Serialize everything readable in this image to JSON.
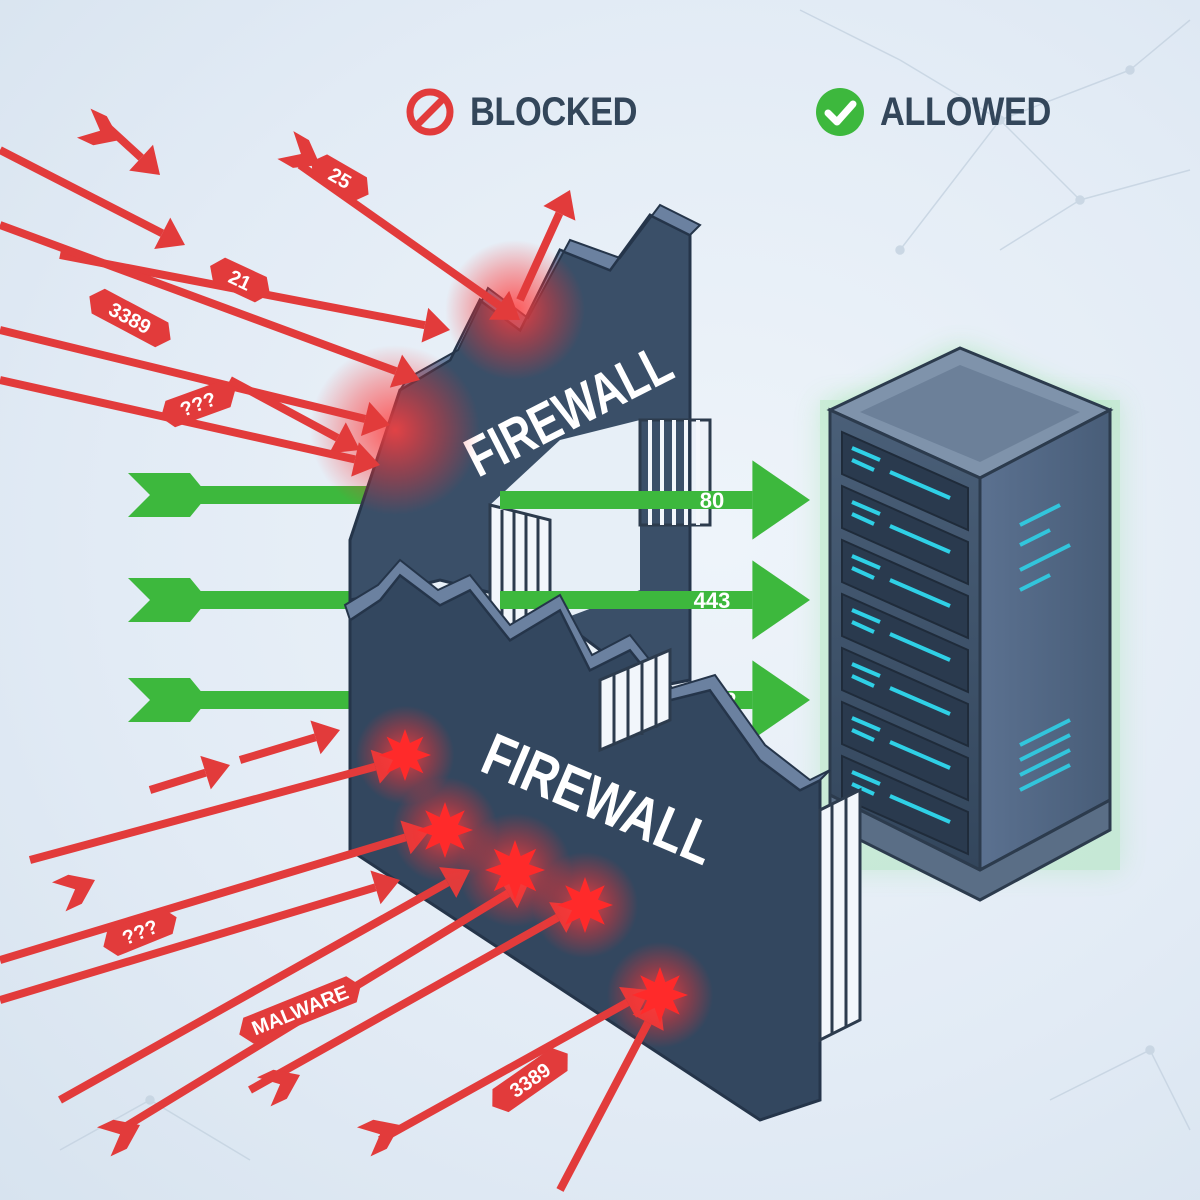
{
  "legend": {
    "blocked": {
      "label": "BLOCKED",
      "icon": "prohibited-icon",
      "color": "#e23b3b"
    },
    "allowed": {
      "label": "ALLOWED",
      "icon": "checkmark-icon",
      "color": "#3db83d"
    }
  },
  "firewall": {
    "upper_label": "FIREWALL",
    "lower_label": "FIREWALL",
    "wall_color": "#3a4f68"
  },
  "allowed_ports": [
    "80",
    "443",
    "2222"
  ],
  "blocked_tags": {
    "upper": [
      "25",
      "21",
      "3389",
      "???"
    ],
    "lower": [
      "???",
      "MALWARE",
      "3389"
    ]
  },
  "server": {
    "icon": "server-rack-icon",
    "glow_color": "#43d84a",
    "led_color": "#2fd0e6"
  },
  "colors": {
    "blocked": "#e23b3b",
    "allowed": "#3db83d",
    "background": "#e4edf6"
  }
}
